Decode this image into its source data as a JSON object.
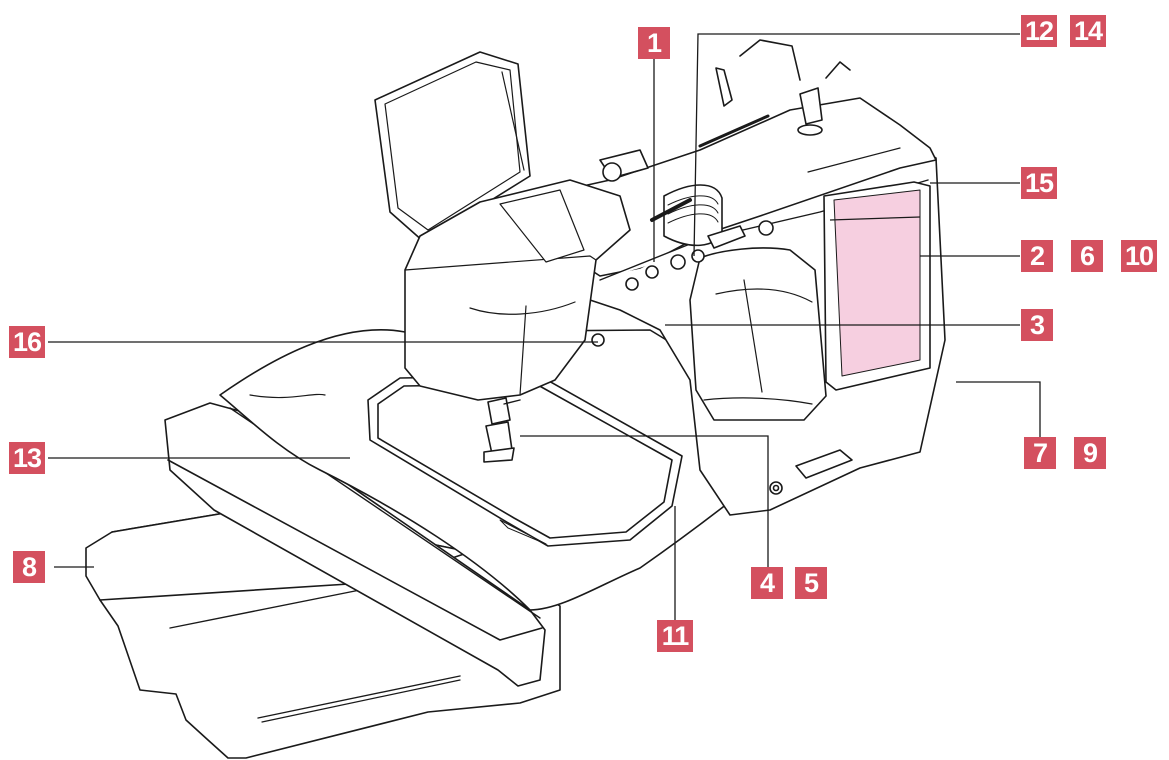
{
  "illustration": "sewing-embroidery-machine-line-drawing",
  "colors": {
    "callout": "#d4505f",
    "callout_text": "#ffffff",
    "screen": "#f6cfe0",
    "outline": "#1a1a1a"
  },
  "callouts": {
    "c1": "1",
    "c2": "2",
    "c3": "3",
    "c4": "4",
    "c5": "5",
    "c6": "6",
    "c7": "7",
    "c8": "8",
    "c9": "9",
    "c10": "10",
    "c11": "11",
    "c12": "12",
    "c13": "13",
    "c14": "14",
    "c15": "15",
    "c16": "16"
  }
}
